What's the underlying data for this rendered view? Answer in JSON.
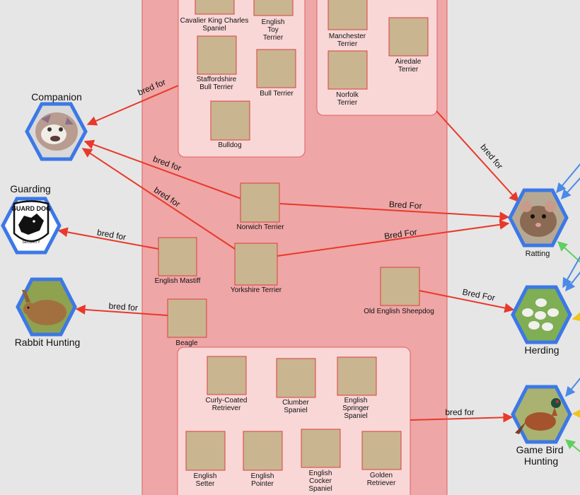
{
  "groups": [
    {
      "id": "big-group",
      "fill": "#efa6a6"
    },
    {
      "id": "toy-spaniel-group",
      "fill": "#f9d7d7"
    },
    {
      "id": "terrier-group",
      "fill": "#f9d7d7"
    },
    {
      "id": "gundog-group",
      "fill": "#f9d7d7"
    }
  ],
  "purposes": [
    {
      "id": "companion",
      "label": "Companion",
      "icon": "bulldog-photo-icon"
    },
    {
      "id": "guarding",
      "label": "Guarding",
      "icon": "guard-dog-badge-icon",
      "badge_text": "GUARD DOG",
      "badge_sub": "SECURITY"
    },
    {
      "id": "rabbit",
      "label": "Rabbit Hunting",
      "icon": "hare-photo-icon"
    },
    {
      "id": "ratting",
      "label": "Ratting",
      "icon": "rat-photo-icon"
    },
    {
      "id": "herding",
      "label": "Herding",
      "icon": "sheep-photo-icon"
    },
    {
      "id": "gamebird",
      "label": "Game Bird Hunting",
      "icon": "pheasant-photo-icon"
    }
  ],
  "breeds": [
    {
      "id": "cavalier",
      "label": "Cavalier King Charles Spaniel"
    },
    {
      "id": "toy-terrier",
      "label": "English Toy Terrier"
    },
    {
      "id": "staffordshire",
      "label": "Staffordshire Bull Terrier"
    },
    {
      "id": "bull-terrier",
      "label": "Bull Terrier"
    },
    {
      "id": "bulldog",
      "label": "Bulldog"
    },
    {
      "id": "manchester",
      "label": "Manchester Terrier"
    },
    {
      "id": "airedale",
      "label": "Airedale Terrier"
    },
    {
      "id": "norfolk",
      "label": "Norfolk Terrier"
    },
    {
      "id": "norwich",
      "label": "Norwich Terrier"
    },
    {
      "id": "yorkshire",
      "label": "Yorkshire Terrier"
    },
    {
      "id": "mastiff",
      "label": "English Mastiff"
    },
    {
      "id": "beagle",
      "label": "Beagle"
    },
    {
      "id": "sheepdog",
      "label": "Old English Sheepdog"
    },
    {
      "id": "curly",
      "label": "Curly-Coated Retriever"
    },
    {
      "id": "clumber",
      "label": "Clumber Spaniel"
    },
    {
      "id": "springer",
      "label": "English Springer Spaniel"
    },
    {
      "id": "setter",
      "label": "English Setter"
    },
    {
      "id": "pointer",
      "label": "English Pointer"
    },
    {
      "id": "cocker",
      "label": "English Cocker Spaniel"
    },
    {
      "id": "golden",
      "label": "Golden Retriever"
    }
  ],
  "edges": [
    {
      "id": "toy-to-companion",
      "from": "toy-spaniel-group",
      "to": "companion",
      "label": "bred for"
    },
    {
      "id": "norwich-to-companion",
      "from": "norwich",
      "to": "companion",
      "label": "bred for"
    },
    {
      "id": "yorkshire-to-companion",
      "from": "yorkshire",
      "to": "companion",
      "label": "bred for"
    },
    {
      "id": "mastiff-to-guarding",
      "from": "mastiff",
      "to": "guarding",
      "label": "bred for"
    },
    {
      "id": "beagle-to-rabbit",
      "from": "beagle",
      "to": "rabbit",
      "label": "bred for"
    },
    {
      "id": "terrier-to-ratting",
      "from": "terrier-group",
      "to": "ratting",
      "label": "bred for"
    },
    {
      "id": "norwich-to-ratting",
      "from": "norwich",
      "to": "ratting",
      "label": "Bred For"
    },
    {
      "id": "yorkshire-to-ratting",
      "from": "yorkshire",
      "to": "ratting",
      "label": "Bred For"
    },
    {
      "id": "sheepdog-to-herding",
      "from": "sheepdog",
      "to": "herding",
      "label": "Bred For"
    },
    {
      "id": "gundog-to-gamebird",
      "from": "gundog-group",
      "to": "gamebird",
      "label": "bred for"
    }
  ],
  "colors": {
    "edge_red": "#e8392b",
    "edge_blue": "#4a8ae8",
    "edge_green": "#5fcf5f",
    "edge_yellow": "#f0c419",
    "hex_border": "#3c78e6"
  }
}
